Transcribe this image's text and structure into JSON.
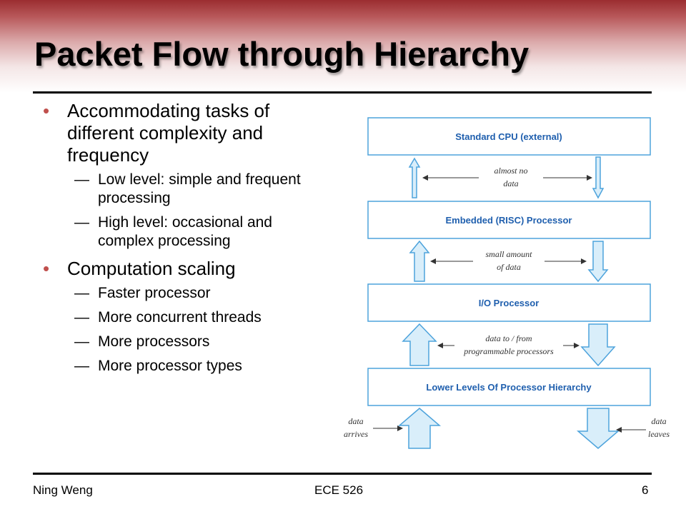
{
  "slide": {
    "title": "Packet Flow through Hierarchy"
  },
  "bullets": [
    {
      "text": "Accommodating tasks of different complexity and frequency",
      "sub": [
        "Low level: simple and frequent processing",
        "High level: occasional and complex processing"
      ]
    },
    {
      "text": "Computation scaling",
      "sub": [
        "Faster processor",
        "More concurrent threads",
        "More processors",
        "More processor types"
      ]
    }
  ],
  "diagram": {
    "levels": [
      "Standard CPU (external)",
      "Embedded (RISC) Processor",
      "I/O Processor",
      "Lower Levels Of Processor Hierarchy"
    ],
    "flow_labels": [
      [
        "almost no",
        "data"
      ],
      [
        "small amount",
        "of data"
      ],
      [
        "data to / from",
        "programmable processors"
      ]
    ],
    "in_label": [
      "data",
      "arrives"
    ],
    "out_label": [
      "data",
      "leaves"
    ],
    "colors": {
      "box_stroke": "#4da3dc",
      "box_fill": "#ffffff",
      "box_text": "#1f5fae",
      "arrow_fill": "#d9eefa",
      "arrow_stroke": "#4da3dc",
      "label_text": "#333333",
      "bullet_marker": "#c0504d"
    }
  },
  "footer": {
    "left": "Ning Weng",
    "center": "ECE 526",
    "page": "6"
  }
}
